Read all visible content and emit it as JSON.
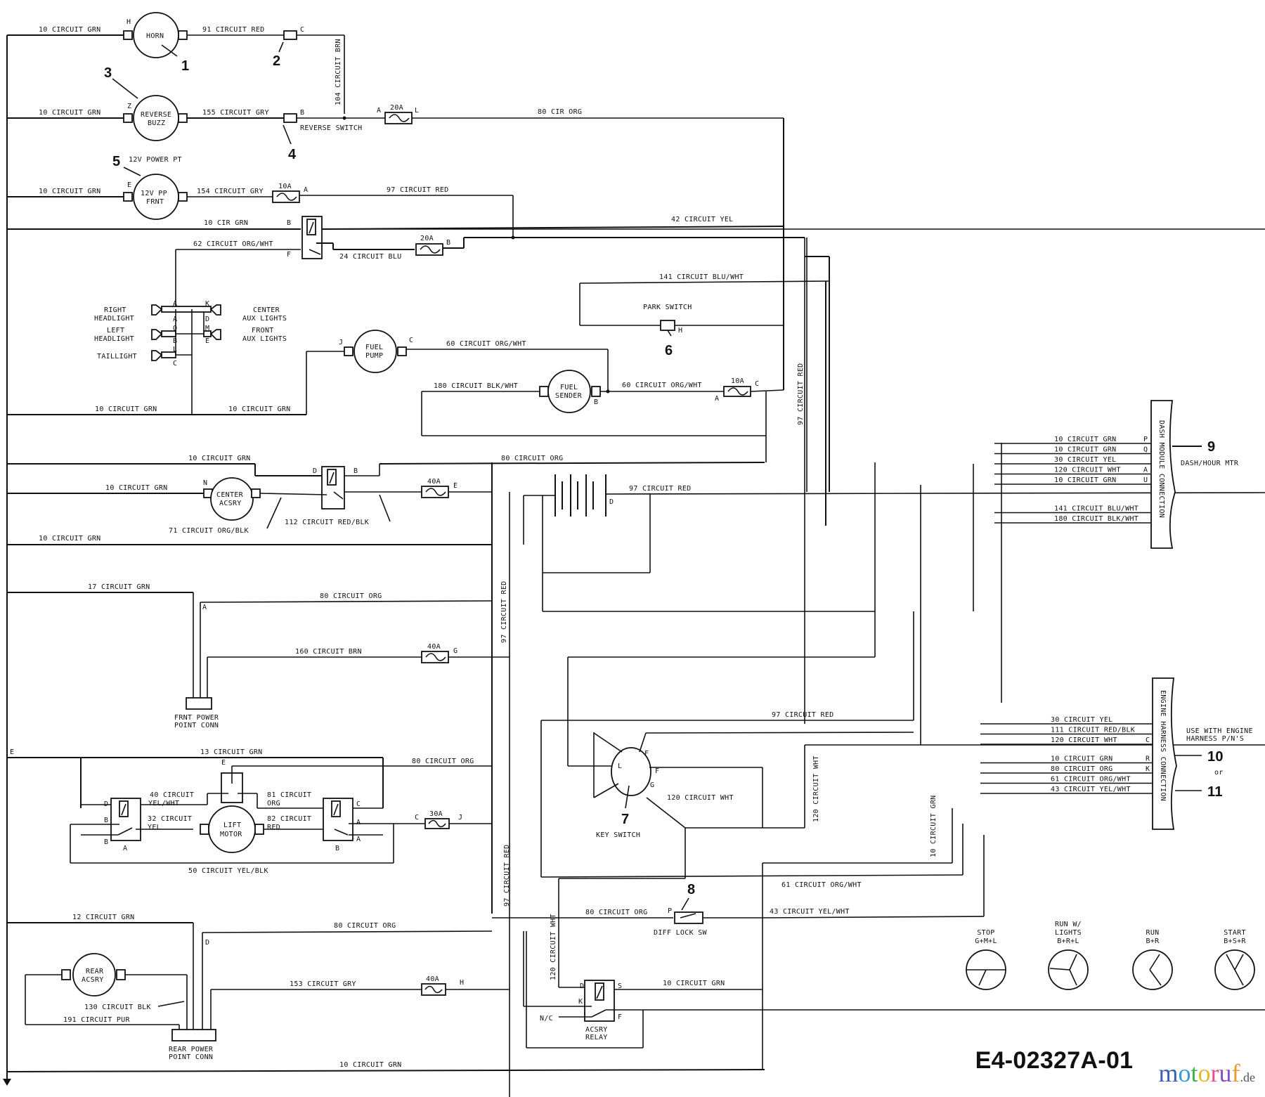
{
  "drawing_number": "E4-02327A-01",
  "watermark": {
    "letters": [
      "m",
      "o",
      "t",
      "o",
      "r",
      "u",
      "f"
    ],
    "colors": [
      "#3b5db5",
      "#3b9ad6",
      "#3bb54a",
      "#e6b82e",
      "#e94c8a",
      "#8a4fc2",
      "#e69b2e"
    ],
    "tld": ".de"
  },
  "callouts": [
    "1",
    "2",
    "3",
    "4",
    "5",
    "6",
    "7",
    "8",
    "9",
    "10",
    "11"
  ],
  "callout_or": "or",
  "components": {
    "horn": "HORN",
    "reverse_buzz": [
      "REVERSE",
      "BUZZ"
    ],
    "reverse_switch": "REVERSE SWITCH",
    "power_pt_title": "12V POWER PT",
    "power_pt": [
      "12V PP",
      "FRNT"
    ],
    "fuel_pump": [
      "FUEL",
      "PUMP"
    ],
    "fuel_sender": [
      "FUEL",
      "SENDER"
    ],
    "park_switch": "PARK SWITCH",
    "center_acsry": [
      "CENTER",
      "ACSRY"
    ],
    "lift_motor": [
      "LIFT",
      "MOTOR"
    ],
    "rear_acsry": [
      "REAR",
      "ACSRY"
    ],
    "frnt_power_conn": [
      "FRNT POWER",
      "POINT CONN"
    ],
    "rear_power_conn": [
      "REAR POWER",
      "POINT CONN"
    ],
    "key_switch": "KEY SWITCH",
    "diff_lock": "DIFF LOCK SW",
    "acsry_relay": [
      "ACSRY",
      "RELAY"
    ],
    "dash_module": "DASH MODULE CONNECTION",
    "dash_hour": "DASH/HOUR MTR",
    "engine_harness": "ENGINE HARNESS CONNECTION",
    "engine_note": [
      "USE WITH ENGINE",
      "HARNESS P/N'S"
    ],
    "relay_a": "A",
    "relay_b": "B",
    "nc": "N/C"
  },
  "lights": {
    "left": [
      [
        "RIGHT",
        "HEADLIGHT"
      ],
      [
        "LEFT",
        "HEADLIGHT"
      ],
      [
        "TAILLIGHT"
      ]
    ],
    "right": [
      [
        "CENTER",
        "AUX LIGHTS"
      ],
      [
        "FRONT",
        "AUX LIGHTS"
      ]
    ]
  },
  "fuses": {
    "f20a_1": "20A",
    "f10a_1": "10A",
    "f20a_2": "20A",
    "f10a_2": "10A",
    "f40a_e": "40A",
    "f40a_g": "40A",
    "f30a": "30A",
    "f40a_h": "40A"
  },
  "wires": {
    "w1": "10 CIRCUIT GRN",
    "w2": "91 CIRCUIT RED",
    "w3": "104 CIRCUIT BRN",
    "w4": "10 CIRCUIT GRN",
    "w5": "155 CIRCUIT GRY",
    "w6": "80 CIR ORG",
    "w7": "10 CIRCUIT GRN",
    "w8": "154 CIRCUIT GRY",
    "w9": "97 CIRCUIT RED",
    "w10": "10 CIR GRN",
    "w11": "42 CIRCUIT YEL",
    "w12": "62 CIRCUIT ORG/WHT",
    "w13": "24 CIRCUIT BLU",
    "w14": "141 CIRCUIT BLU/WHT",
    "w15": "60 CIRCUIT ORG/WHT",
    "w16": "180 CIRCUIT BLK/WHT",
    "w17": "60 CIRCUIT ORG/WHT",
    "w18": "10 CIRCUIT GRN",
    "w19": "10 CIRCUIT GRN",
    "w20": "97 CIRCUIT RED",
    "w21": "10 CIRCUIT GRN",
    "w22": "80 CIRCUIT ORG",
    "w23": "10 CIRCUIT GRN",
    "w24": "71 CIRCUIT ORG/BLK",
    "w25": "112 CIRCUIT RED/BLK",
    "w26": "97 CIRCUIT RED",
    "w27": "10 CIRCUIT GRN",
    "w28": "17 CIRCUIT GRN",
    "w29": "80 CIRCUIT ORG",
    "w30": "97 CIRCUIT RED",
    "w31": "160 CIRCUIT BRN",
    "w32": "13 CIRCUIT GRN",
    "w33": "80 CIRCUIT ORG",
    "w34": [
      "40 CIRCUIT",
      "YEL/WHT"
    ],
    "w35": [
      "81 CIRCUIT",
      "ORG"
    ],
    "w36": [
      "32 CIRCUIT",
      "YEL"
    ],
    "w37": [
      "82 CIRCUIT",
      "RED"
    ],
    "w38": "50 CIRCUIT YEL/BLK",
    "w39": "97 CIRCUIT RED",
    "w40": "120 CIRCUIT WHT",
    "w41": "120 CIRCUIT WHT",
    "w42": "10 CIRCUIT GRN",
    "w43": "61 CIRCUIT ORG/WHT",
    "w44": "80 CIRCUIT ORG",
    "w45": "43 CIRCUIT YEL/WHT",
    "w46": "97 CIRCUIT RED",
    "w47": "120 CIRCUIT WHT",
    "w48": "12 CIRCUIT GRN",
    "w49": "80 CIRCUIT ORG",
    "w50": "153 CIRCUIT GRY",
    "w51": "10 CIRCUIT GRN",
    "w52": "130 CIRCUIT BLK",
    "w53": "191 CIRCUIT PUR",
    "w54": "10 CIRCUIT GRN"
  },
  "dash_rows": [
    {
      "wire": "10 CIRCUIT GRN",
      "pin": "P"
    },
    {
      "wire": "10 CIRCUIT GRN",
      "pin": "Q"
    },
    {
      "wire": "30 CIRCUIT YEL",
      "pin": ""
    },
    {
      "wire": "120 CIRCUIT WHT",
      "pin": "A"
    },
    {
      "wire": "10 CIRCUIT GRN",
      "pin": "U"
    },
    {
      "wire": "141 CIRCUIT BLU/WHT",
      "pin": ""
    },
    {
      "wire": "180 CIRCUIT BLK/WHT",
      "pin": ""
    }
  ],
  "engine_rows": [
    {
      "wire": "30 CIRCUIT YEL",
      "pin": ""
    },
    {
      "wire": "111 CIRCUIT RED/BLK",
      "pin": ""
    },
    {
      "wire": "120 CIRCUIT WHT",
      "pin": "C"
    },
    {
      "wire": "10 CIRCUIT GRN",
      "pin": "R"
    },
    {
      "wire": "80 CIRCUIT ORG",
      "pin": "K"
    },
    {
      "wire": "61 CIRCUIT ORG/WHT",
      "pin": ""
    },
    {
      "wire": "43 CIRCUIT YEL/WHT",
      "pin": ""
    }
  ],
  "pins": {
    "H": "H",
    "C": "C",
    "Z": "Z",
    "B": "B",
    "A": "A",
    "L": "L",
    "E": "E",
    "F": "F",
    "K": "K",
    "D": "D",
    "O": "O",
    "M": "M",
    "J": "J",
    "N": "N",
    "G": "G",
    "S": "S",
    "P": "P"
  },
  "key_positions": [
    {
      "name": "STOP",
      "combo": "G+M+L"
    },
    {
      "name": "RUN W/ LIGHTS",
      "name_lines": [
        "RUN W/",
        "LIGHTS"
      ],
      "combo": "B+R+L"
    },
    {
      "name": "RUN",
      "combo": "B+R"
    },
    {
      "name": "START",
      "combo": "B+S+R"
    }
  ]
}
